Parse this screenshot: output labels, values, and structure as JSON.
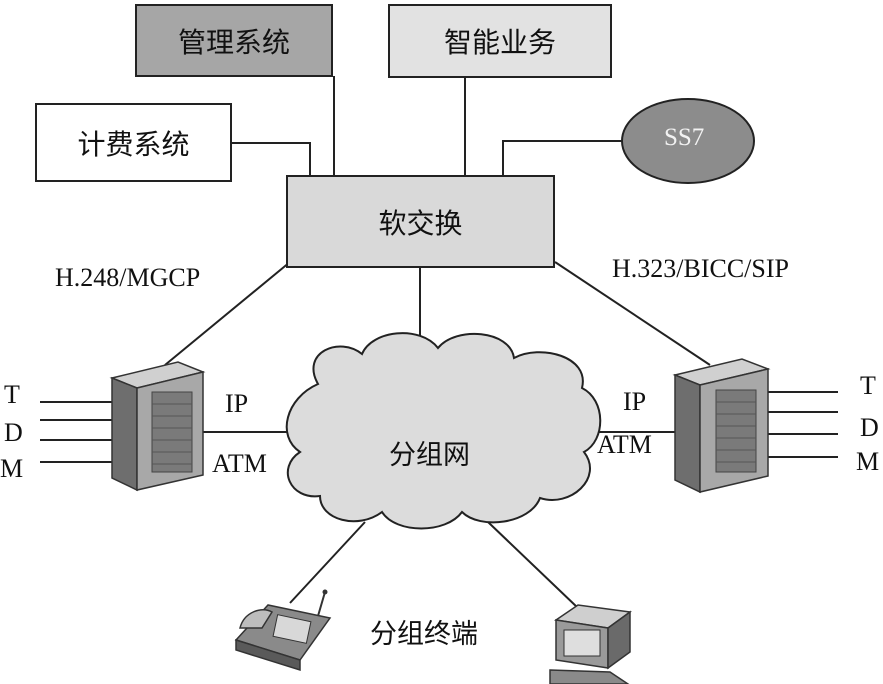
{
  "nodes": {
    "management": "管理系统",
    "intelligent": "智能业务",
    "billing": "计费系统",
    "ss7": "SS7",
    "softswitch": "软交换",
    "packet_network": "分组网",
    "packet_terminal": "分组终端"
  },
  "protocols": {
    "left": "H.248/MGCP",
    "right": "H.323/BICC/SIP"
  },
  "left_gateway": {
    "lines": [
      "T",
      "D",
      "M"
    ],
    "ip": "IP",
    "atm": "ATM"
  },
  "right_gateway": {
    "lines": [
      "T",
      "D",
      "M"
    ],
    "ip": "IP",
    "atm": "ATM"
  },
  "colors": {
    "management_fill": "#a6a6a6",
    "intelligent_fill": "#e2e2e2",
    "softswitch_fill": "#d9d9d9",
    "ss7_fill": "#8c8c8c",
    "cloud_fill": "#dcdcdc"
  }
}
